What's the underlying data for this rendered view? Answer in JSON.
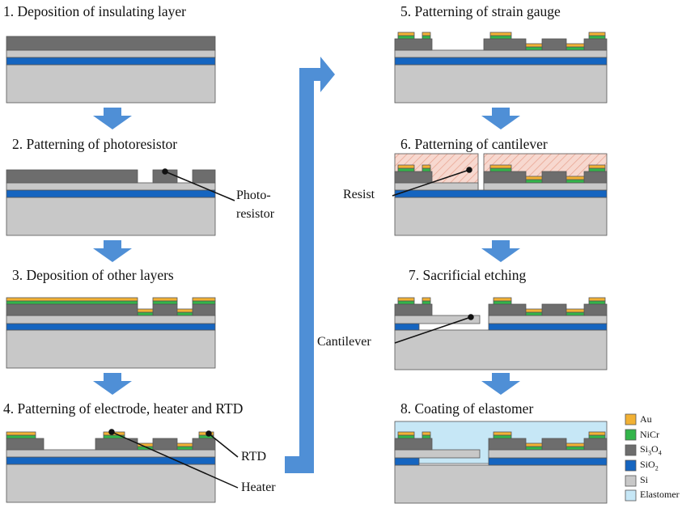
{
  "steps": [
    {
      "title": "1. Deposition of insulating layer"
    },
    {
      "title": "2. Patterning of photoresistor"
    },
    {
      "title": "3. Deposition of other layers"
    },
    {
      "title": "4. Patterning of electrode, heater and RTD"
    },
    {
      "title": "5. Patterning of strain gauge"
    },
    {
      "title": "6. Patterning of cantilever"
    },
    {
      "title": "7. Sacrificial etching"
    },
    {
      "title": "8. Coating of elastomer"
    }
  ],
  "callouts": {
    "photoresistor_line1": "Photo-",
    "photoresistor_line2": "resistor",
    "rtd": "RTD",
    "heater": "Heater",
    "resist": "Resist",
    "cantilever": "Cantilever"
  },
  "legend": [
    {
      "label": "Au",
      "color": "#f2b134"
    },
    {
      "label": "NiCr",
      "color": "#33b54a"
    },
    {
      "label": "Si",
      "sub": "3",
      "rest": "O",
      "sub2": "4",
      "color": "#6d6d6d"
    },
    {
      "label": "SiO",
      "sub": "2",
      "color": "#1565c0"
    },
    {
      "label": "Si",
      "color": "#c8c8c8"
    },
    {
      "label": "Elastomer",
      "color": "#c6e7f6"
    }
  ],
  "colors": {
    "gold": "#f2b134",
    "nicr": "#33b54a",
    "nitride": "#6d6d6d",
    "oxide": "#1565c0",
    "silicon": "#c8c8c8",
    "thinsi": "#bfbfbf",
    "elastomer": "#c6e7f6",
    "arrow": "#4f8fd6",
    "resist": "#f7d8cf"
  }
}
